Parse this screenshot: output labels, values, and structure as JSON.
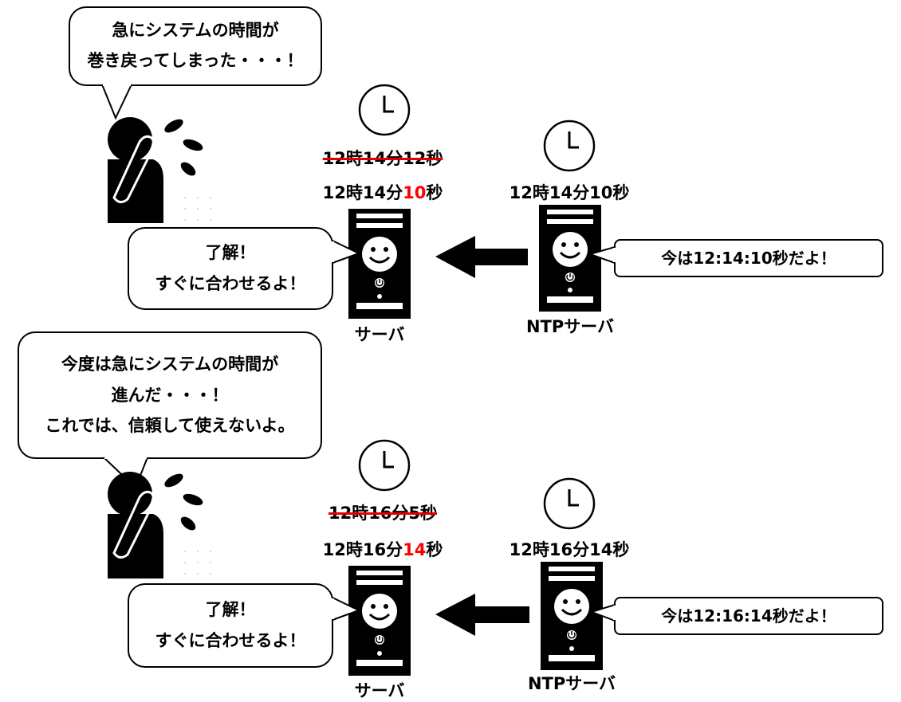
{
  "scene1": {
    "person_bubble": [
      "急にシステムの時間が",
      "巻き戻ってしまった・・・！"
    ],
    "server_bubble": [
      "了解！",
      "すぐに合わせるよ！"
    ],
    "ntp_bubble": "今は12:14:10秒だよ！",
    "old_time": "12時14分12秒",
    "new_time_prefix": "12時14分",
    "new_time_highlight": "10",
    "new_time_suffix": "秒",
    "ntp_time": "12時14分10秒",
    "server_label": "サーバ",
    "ntp_label": "NTPサーバ"
  },
  "scene2": {
    "person_bubble": [
      "今度は急にシステムの時間が",
      "進んだ・・・！",
      "これでは、信頼して使えないよ。"
    ],
    "server_bubble": [
      "了解！",
      "すぐに合わせるよ！"
    ],
    "ntp_bubble": "今は12:16:14秒だよ！",
    "old_time": "12時16分5秒",
    "new_time_prefix": "12時16分",
    "new_time_highlight": "14",
    "new_time_suffix": "秒",
    "ntp_time": "12時16分14秒",
    "server_label": "サーバ",
    "ntp_label": "NTPサーバ"
  },
  "colors": {
    "highlight": "#ff0000",
    "strike": "#e00000",
    "ink": "#000000"
  },
  "icons": [
    "clock-icon",
    "server-icon",
    "smiley-icon",
    "power-icon",
    "arrow-left-icon",
    "distressed-person-icon"
  ]
}
